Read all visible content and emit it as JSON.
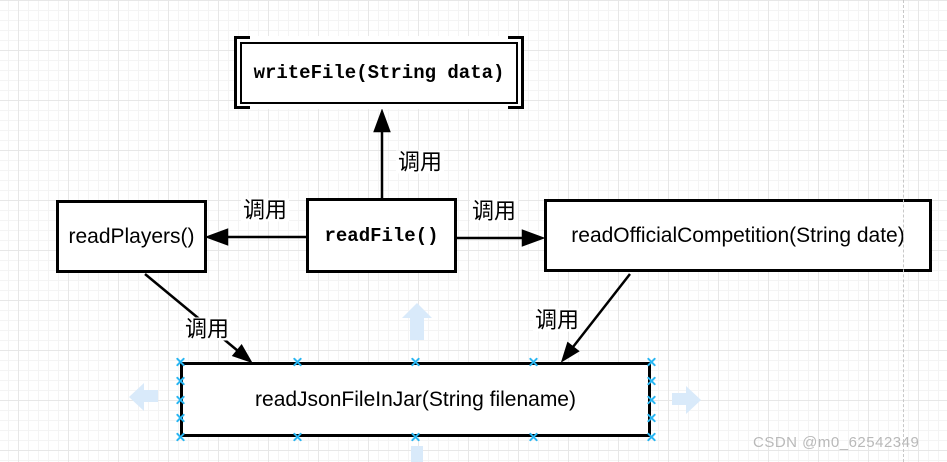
{
  "diagram": {
    "nodes": {
      "write_file": {
        "label": "writeFile(String data)"
      },
      "read_file": {
        "label": "readFile()"
      },
      "read_players": {
        "label": "readPlayers()"
      },
      "read_official": {
        "label": "readOfficialCompetition(String date)"
      },
      "read_json": {
        "label": "readJsonFileInJar(String filename)"
      }
    },
    "edges": [
      {
        "from": "readFile",
        "to": "writeFile",
        "label": "调用"
      },
      {
        "from": "readFile",
        "to": "readPlayers",
        "label": "调用"
      },
      {
        "from": "readFile",
        "to": "readOfficialCompetition",
        "label": "调用"
      },
      {
        "from": "readPlayers",
        "to": "readJsonFileInJar",
        "label": "调用"
      },
      {
        "from": "readOfficialCompetition",
        "to": "readJsonFileInJar",
        "label": "调用"
      }
    ],
    "selected_node": "read_json"
  },
  "watermark": "CSDN @m0_62542349",
  "colors": {
    "connector": "#000000",
    "node_fill": "#ffffff",
    "selection_handle": "#29b6f2",
    "hover_arrow": "#d9eafa",
    "grid_major": "#e7e7e7",
    "grid_minor": "#f4f4f4",
    "page_break": "#c8c8c8",
    "watermark_text": "#b9b9b9"
  }
}
